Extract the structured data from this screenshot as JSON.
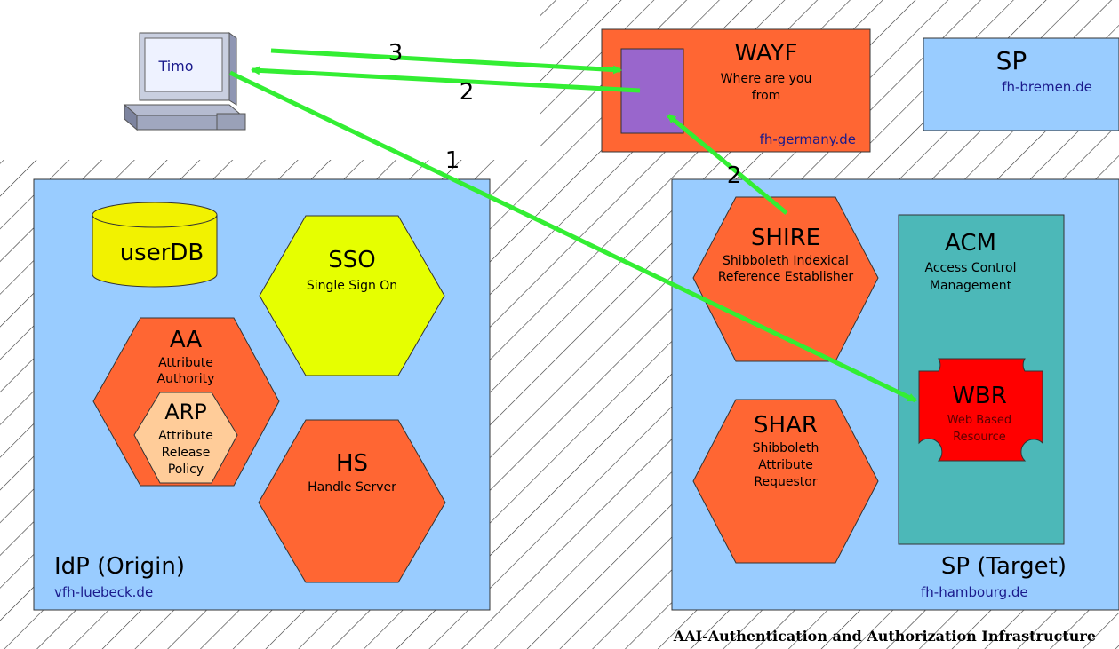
{
  "caption": "AAI-Authentication and Authorization Infrastructure",
  "user": {
    "name": "Timo"
  },
  "wayf": {
    "title": "WAYF",
    "desc_line1": "Where are you",
    "desc_line2": "from",
    "domain": "fh-germany.de"
  },
  "sp_top": {
    "title": "SP",
    "domain": "fh-bremen.de"
  },
  "idp": {
    "title": "IdP (Origin)",
    "domain": "vfh-luebeck.de",
    "userdb": "userDB",
    "sso": {
      "title": "SSO",
      "desc": "Single Sign On"
    },
    "aa": {
      "title": "AA",
      "desc_line1": "Attribute",
      "desc_line2": "Authority"
    },
    "arp": {
      "title": "ARP",
      "desc_line1": "Attribute",
      "desc_line2": "Release",
      "desc_line3": "Policy"
    },
    "hs": {
      "title": "HS",
      "desc": "Handle Server"
    }
  },
  "sp_target": {
    "title": "SP (Target)",
    "domain": "fh-hambourg.de",
    "shire": {
      "title": "SHIRE",
      "desc_line1": "Shibboleth Indexical",
      "desc_line2": "Reference Establisher"
    },
    "shar": {
      "title": "SHAR",
      "desc_line1": "Shibboleth",
      "desc_line2": "Attribute",
      "desc_line3": "Requestor"
    },
    "acm": {
      "title": "ACM",
      "desc_line1": "Access Control",
      "desc_line2": "Management"
    },
    "wbr": {
      "title": "WBR",
      "desc_line1": "Web Based",
      "desc_line2": "Resource"
    }
  },
  "arrows": {
    "a1": "1",
    "a2_top": "2",
    "a3": "3",
    "a2_shire": "2"
  },
  "colors": {
    "blue_box": "#99ccff",
    "orange": "#ff6633",
    "yellow": "#e6ff00",
    "teal": "#4cb8b8",
    "red": "#ff0000",
    "purple": "#9966cc",
    "green_arrow": "#33ee33",
    "light_orange": "#ffcc99"
  }
}
